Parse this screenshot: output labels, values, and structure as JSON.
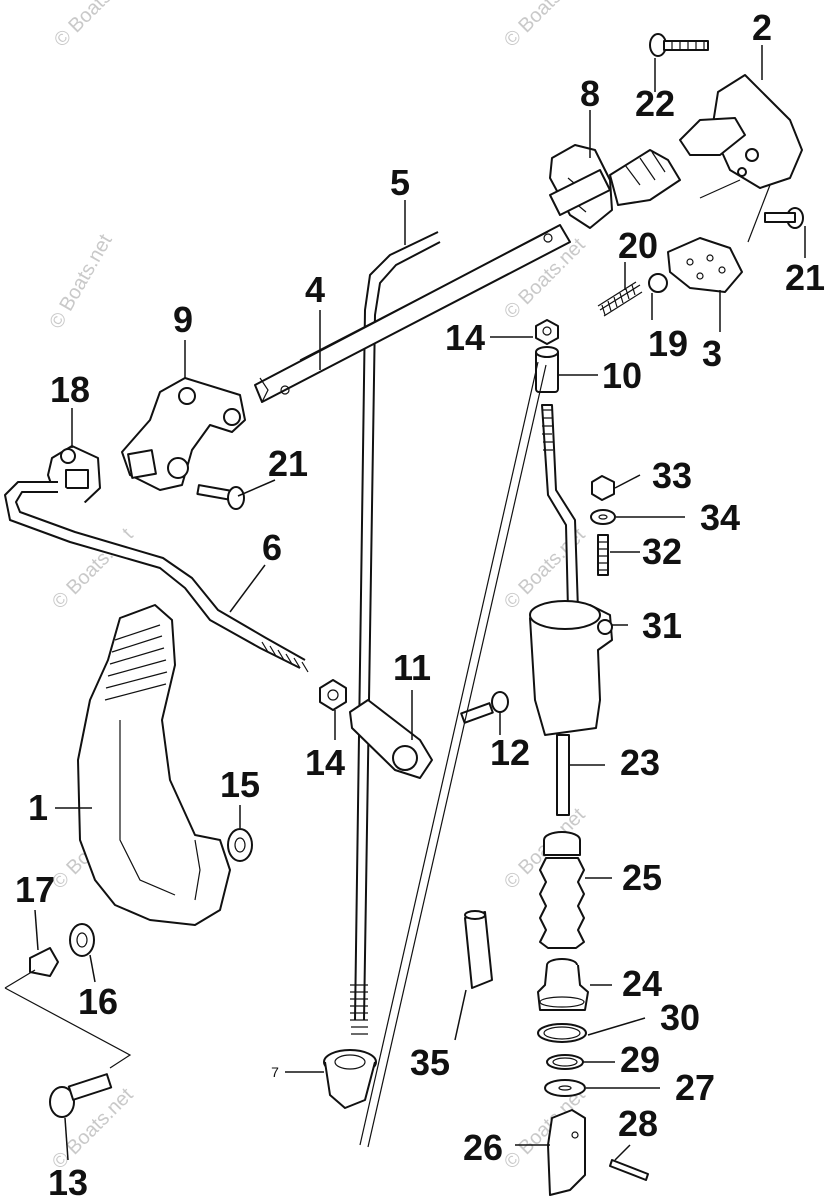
{
  "watermark": "© Boats.net",
  "callouts": [
    "1",
    "2",
    "3",
    "4",
    "5",
    "6",
    "7",
    "8",
    "9",
    "10",
    "11",
    "12",
    "13",
    "14",
    "14",
    "15",
    "16",
    "17",
    "18",
    "19",
    "20",
    "21",
    "21",
    "22",
    "23",
    "24",
    "25",
    "26",
    "27",
    "28",
    "29",
    "30",
    "31",
    "32",
    "33",
    "34",
    "35"
  ]
}
